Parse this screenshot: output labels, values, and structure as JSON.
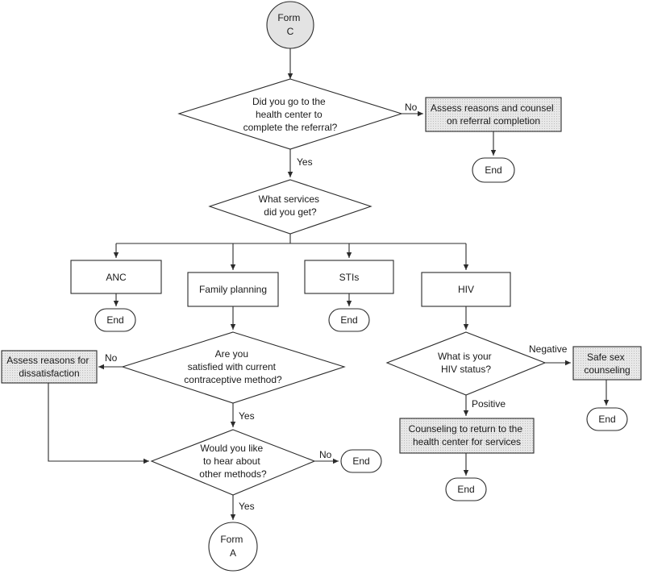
{
  "nodes": {
    "form_c": [
      "Form",
      "C"
    ],
    "q_referral": [
      "Did you go to the",
      "health center to",
      "complete the referral?"
    ],
    "assess_referral": [
      "Assess reasons and counsel",
      "on referral completion"
    ],
    "end_referral": [
      "End"
    ],
    "q_services": [
      "What services",
      "did you get?"
    ],
    "anc": [
      "ANC"
    ],
    "family_planning": [
      "Family planning"
    ],
    "stis": [
      "STIs"
    ],
    "hiv": [
      "HIV"
    ],
    "end_anc": [
      "End"
    ],
    "end_stis": [
      "End"
    ],
    "q_satisfied": [
      "Are you",
      "satisfied with current",
      "contraceptive method?"
    ],
    "assess_dissatisfaction": [
      "Assess reasons for",
      "dissatisfaction"
    ],
    "q_other_methods": [
      "Would you like",
      "to hear about",
      "other methods?"
    ],
    "end_methods": [
      "End"
    ],
    "form_a": [
      "Form",
      "A"
    ],
    "q_hiv_status": [
      "What is your",
      "HIV status?"
    ],
    "safe_sex": [
      "Safe sex",
      "counseling"
    ],
    "end_safe_sex": [
      "End"
    ],
    "counsel_return": [
      "Counseling to return to the",
      "health center for services"
    ],
    "end_hiv": [
      "End"
    ]
  },
  "edge_labels": {
    "referral_no": "No",
    "referral_yes": "Yes",
    "satisfied_no": "No",
    "satisfied_yes": "Yes",
    "methods_no": "No",
    "methods_yes": "Yes",
    "hiv_negative": "Negative",
    "hiv_positive": "Positive"
  },
  "colors": {
    "stroke": "#2b2b2b",
    "start_fill": "#e3e3e3",
    "shaded_fill": "#e6e6e6"
  }
}
